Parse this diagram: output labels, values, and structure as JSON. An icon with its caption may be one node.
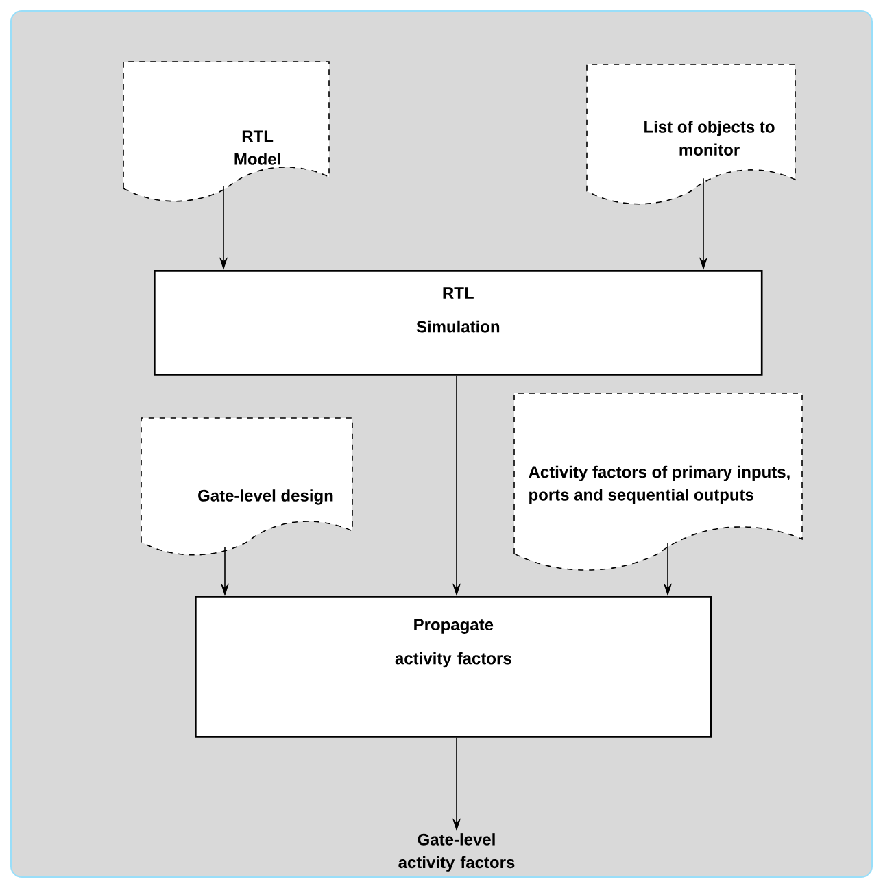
{
  "diagram": {
    "nodes": [
      {
        "text": [
          "RTL Model"
        ]
      },
      {
        "text": [
          "List of objects to monitor"
        ]
      },
      {
        "text": [
          "RTL",
          "Simulation"
        ]
      },
      {
        "text": [
          "Gate-level design"
        ]
      },
      {
        "text": [
          "Activity factors of primary inputs, ports and sequential outputs"
        ]
      },
      {
        "text": [
          "Propagate",
          "activity factors"
        ]
      },
      {
        "text": [
          "Gate-level activity factors"
        ]
      }
    ],
    "edges": [
      {
        "from": 0,
        "to": 2,
        "arrow": "to"
      },
      {
        "from": 1,
        "to": 2,
        "arrow": "to"
      },
      {
        "from": 2,
        "to": 5,
        "arrow": "to"
      },
      {
        "from": 3,
        "to": 5,
        "arrow": "to"
      },
      {
        "from": 4,
        "to": 5,
        "arrow": "to"
      },
      {
        "from": 5,
        "to": 6,
        "arrow": "to"
      }
    ]
  }
}
